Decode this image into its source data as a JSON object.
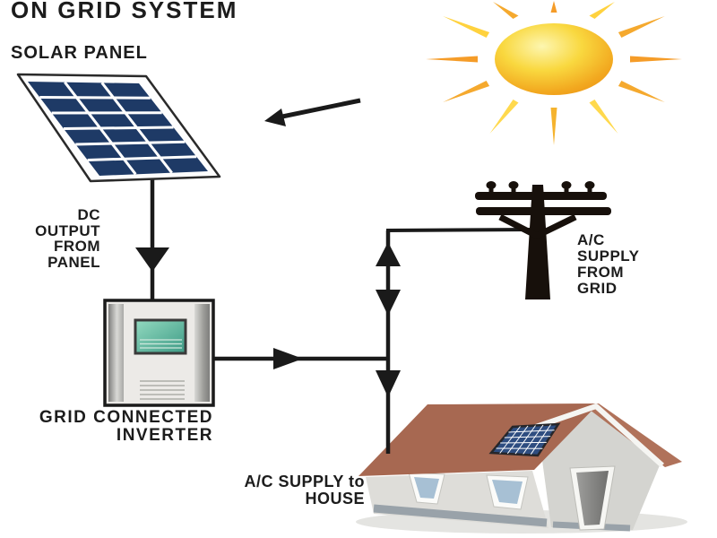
{
  "diagram": {
    "title": "ON GRID SYSTEM",
    "labels": {
      "solar_panel": "SOLAR PANEL",
      "dc_output": "DC\nOUTPUT\nFROM\nPANEL",
      "inverter": "GRID CONNECTED\nINVERTER",
      "ac_grid": "A/C\nSUPPLY\nFROM\nGRID",
      "ac_house": "A/C SUPPLY to\nHOUSE"
    },
    "components": [
      "sun",
      "solar-panel",
      "grid-connected-inverter",
      "utility-pole",
      "house-with-rooftop-panel"
    ],
    "flows": [
      "sunlight to solar panel",
      "DC output from panel to inverter",
      "AC from inverter to grid bus",
      "AC supply from grid (bidirectional bus)",
      "AC supply to house"
    ],
    "colors": {
      "line": "#1a1a1a",
      "text": "#1c1c1c",
      "panel_cell": "#1e3a66",
      "sun_core": "#f9d83f",
      "sun_edge": "#ee9b18",
      "ray_orange": "#f59c28",
      "ray_yellow": "#ffd94d",
      "inverter_body": "#eceae7",
      "inverter_screen": "#5fb49c",
      "roof_front": "#a76851",
      "roof_side": "#b0725a",
      "wall": "#deddd9",
      "window_glass": "#a7c0d4",
      "base_strip": "#99a2a9"
    }
  }
}
